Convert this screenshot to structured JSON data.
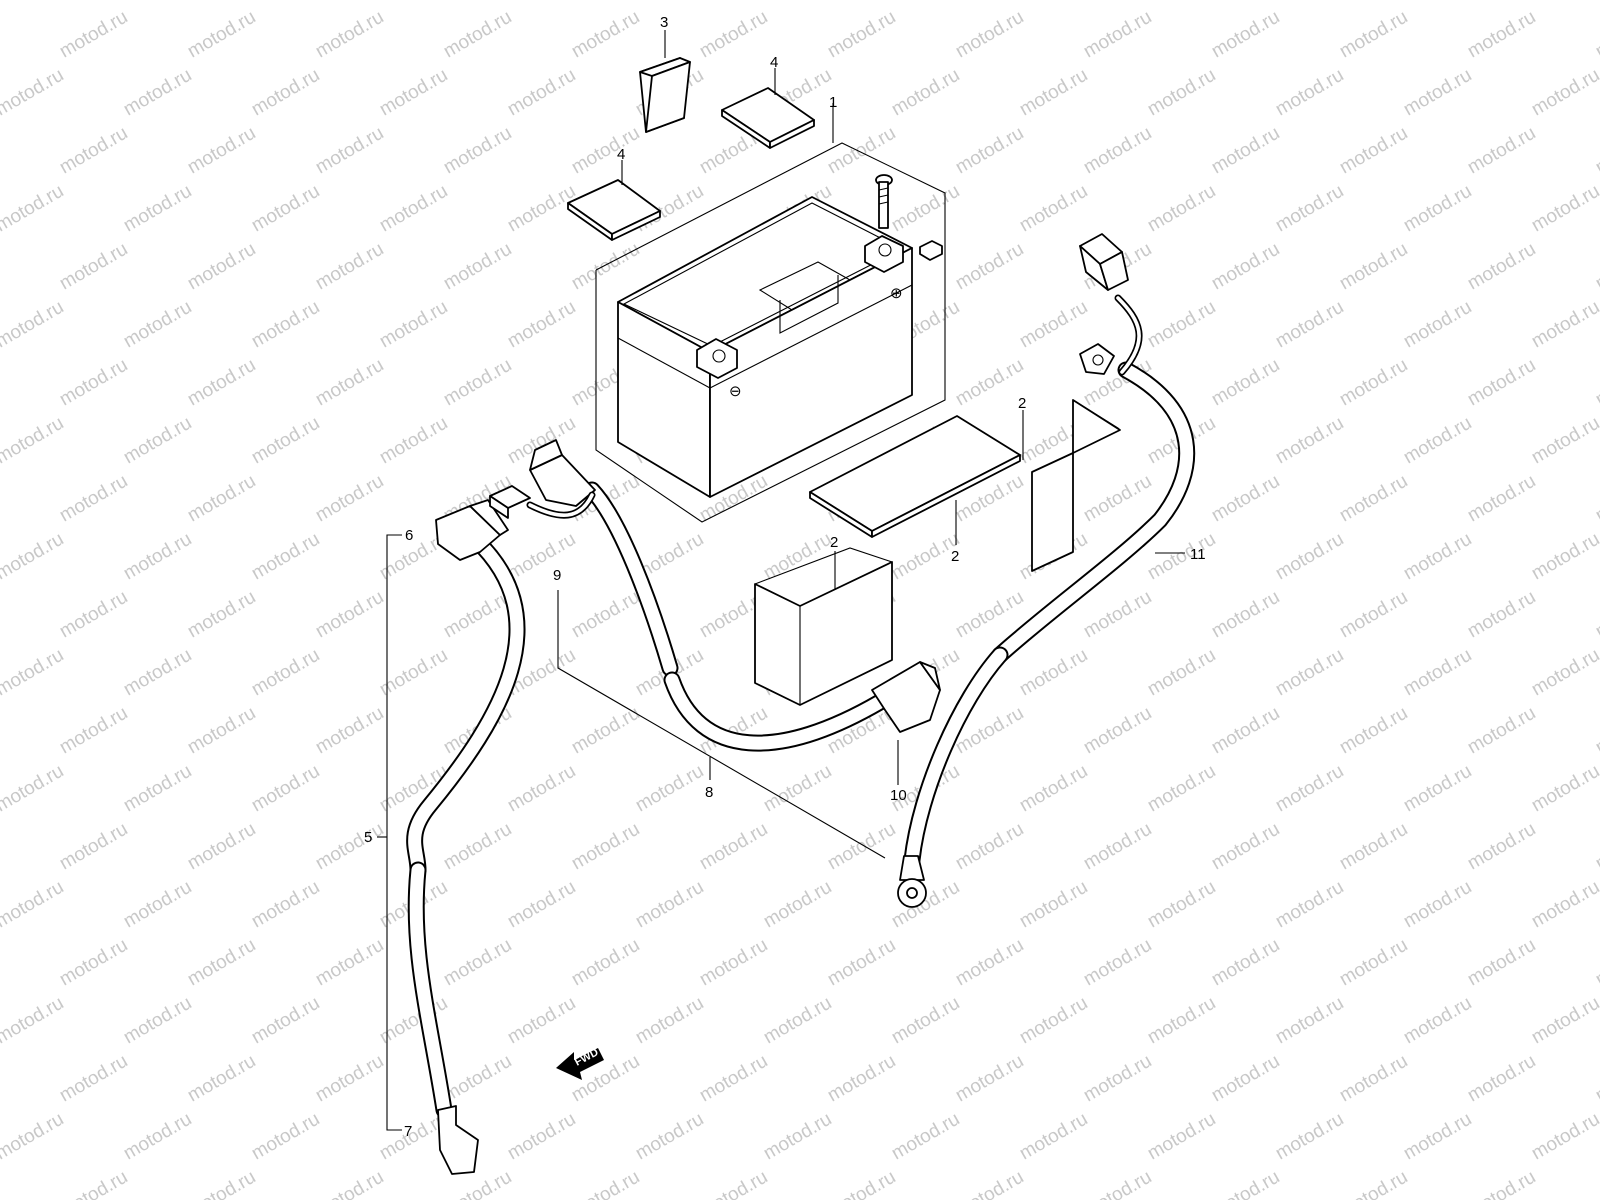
{
  "watermark": {
    "text": "motod.ru"
  },
  "callouts": {
    "c1": "1",
    "c2a": "2",
    "c2b": "2",
    "c2c": "2",
    "c3": "3",
    "c4a": "4",
    "c4b": "4",
    "c5": "5",
    "c6": "6",
    "c7": "7",
    "c8": "8",
    "c9": "9",
    "c10": "10",
    "c11": "11"
  },
  "terminals": {
    "negative": "⊖",
    "positive": "⊕"
  },
  "direction": {
    "label": "FWD"
  },
  "colors": {
    "line": "#000000",
    "background": "#ffffff",
    "watermark": "#c8c8c8"
  }
}
